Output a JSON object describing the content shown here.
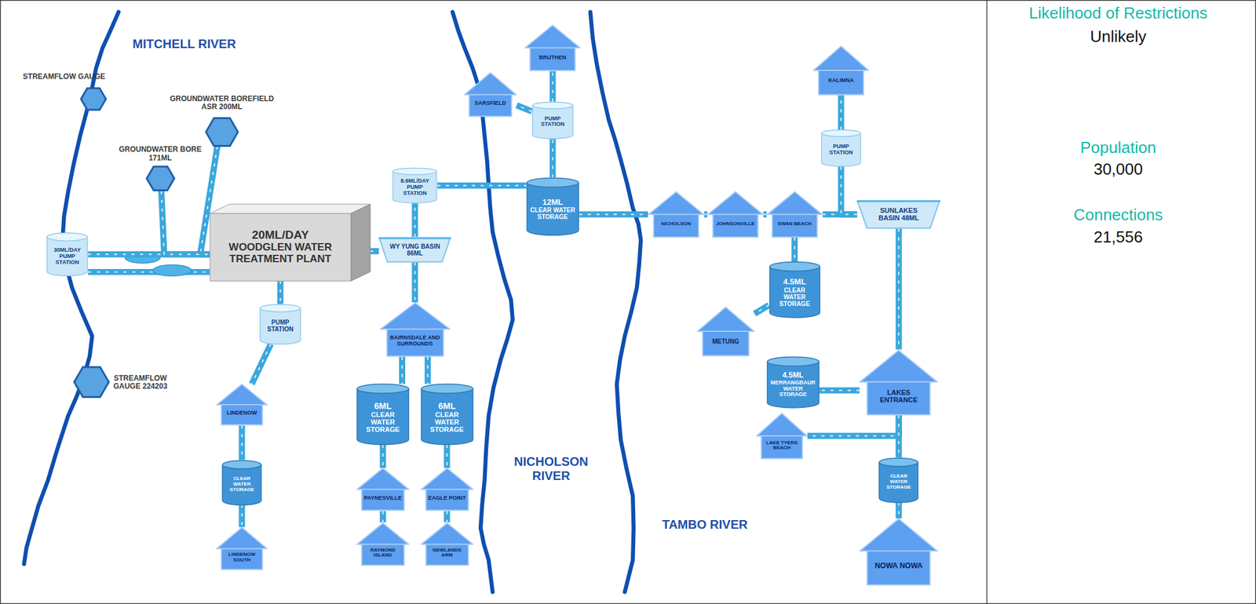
{
  "diagram": {
    "nodes": [
      {
        "text": [
          "STREAMFLOW GAUGE"
        ]
      },
      {
        "text": [
          "GROUNDWATER BOREFIELD ASR 200ML"
        ]
      },
      {
        "text": [
          "GROUNDWATER BORE 171ML"
        ]
      },
      {
        "text": [
          "30ML/DAY PUMP STATION"
        ]
      },
      {
        "text": [
          "20ML/DAY",
          "WOODGLEN WATER TREATMENT PLANT"
        ]
      },
      {
        "text": [
          "PUMP STATION"
        ]
      },
      {
        "text": [
          "8.6ML/DAY PUMP STATION"
        ]
      },
      {
        "text": [
          "WY YUNG BASIN 86ML"
        ]
      },
      {
        "text": [
          "12ML",
          "CLEAR WATER STORAGE"
        ]
      },
      {
        "text": [
          "BRUTHEN"
        ]
      },
      {
        "text": [
          "SARSFIELD"
        ]
      },
      {
        "text": [
          "PUMP STATION"
        ]
      },
      {
        "text": [
          "NICHOLSON"
        ]
      },
      {
        "text": [
          "JOHNSONVILLE"
        ]
      },
      {
        "text": [
          "SWAN BEACH"
        ]
      },
      {
        "text": [
          "KALIMNA"
        ]
      },
      {
        "text": [
          "PUMP STATION"
        ]
      },
      {
        "text": [
          "SUNLAKES BASIN 48ML"
        ]
      },
      {
        "text": [
          "4.5ML",
          "CLEAR WATER STORAGE"
        ]
      },
      {
        "text": [
          "METUNG"
        ]
      },
      {
        "text": [
          "BAIRNSDALE AND SURROUNDS"
        ]
      },
      {
        "text": [
          "6ML",
          "CLEAR WATER STORAGE"
        ]
      },
      {
        "text": [
          "6ML",
          "CLEAR WATER STORAGE"
        ]
      },
      {
        "text": [
          "PAYNESVILLE"
        ]
      },
      {
        "text": [
          "RAYMOND ISLAND"
        ]
      },
      {
        "text": [
          "EAGLE POINT"
        ]
      },
      {
        "text": [
          "NEWLANDS ARM"
        ]
      },
      {
        "text": [
          "LINDENOW"
        ]
      },
      {
        "text": [
          "CLEAR WATER STORAGE"
        ]
      },
      {
        "text": [
          "LINDENOW SOUTH"
        ]
      },
      {
        "text": [
          "LAKES ENTRANCE"
        ]
      },
      {
        "text": [
          "4.5ML",
          "MERRANGBAUR WATER STORAGE"
        ]
      },
      {
        "text": [
          "LAKE TYERS BEACH"
        ]
      },
      {
        "text": [
          "CLEAR WATER STORAGE"
        ]
      },
      {
        "text": [
          "NOWA NOWA"
        ]
      },
      {
        "text": [
          "STREAMFLOW GAUGE 224203"
        ]
      }
    ],
    "edges": [
      {
        "from": 3,
        "to": 4,
        "arrow": "none"
      },
      {
        "from": 1,
        "to": 4,
        "arrow": "none"
      },
      {
        "from": 2,
        "to": 4,
        "arrow": "none"
      },
      {
        "from": 4,
        "to": 7,
        "arrow": "none"
      },
      {
        "from": 7,
        "to": 6,
        "arrow": "none"
      },
      {
        "from": 6,
        "to": 8,
        "arrow": "none"
      },
      {
        "from": 8,
        "to": 11,
        "arrow": "none"
      },
      {
        "from": 11,
        "to": 9,
        "arrow": "none"
      },
      {
        "from": 11,
        "to": 10,
        "arrow": "none"
      },
      {
        "from": 8,
        "to": 12,
        "arrow": "none"
      },
      {
        "from": 12,
        "to": 13,
        "arrow": "none"
      },
      {
        "from": 13,
        "to": 14,
        "arrow": "none"
      },
      {
        "from": 14,
        "to": 17,
        "arrow": "none"
      },
      {
        "from": 14,
        "to": 18,
        "arrow": "none"
      },
      {
        "from": 18,
        "to": 19,
        "arrow": "none"
      },
      {
        "from": 17,
        "to": 16,
        "arrow": "none"
      },
      {
        "from": 16,
        "to": 15,
        "arrow": "none"
      },
      {
        "from": 17,
        "to": 30,
        "arrow": "none"
      },
      {
        "from": 30,
        "to": 31,
        "arrow": "none"
      },
      {
        "from": 30,
        "to": 32,
        "arrow": "none"
      },
      {
        "from": 30,
        "to": 33,
        "arrow": "none"
      },
      {
        "from": 33,
        "to": 34,
        "arrow": "none"
      },
      {
        "from": 7,
        "to": 20,
        "arrow": "none"
      },
      {
        "from": 20,
        "to": 21,
        "arrow": "none"
      },
      {
        "from": 20,
        "to": 22,
        "arrow": "none"
      },
      {
        "from": 21,
        "to": 23,
        "arrow": "none"
      },
      {
        "from": 23,
        "to": 24,
        "arrow": "none"
      },
      {
        "from": 22,
        "to": 25,
        "arrow": "none"
      },
      {
        "from": 25,
        "to": 26,
        "arrow": "none"
      },
      {
        "from": 4,
        "to": 5,
        "arrow": "none"
      },
      {
        "from": 5,
        "to": 27,
        "arrow": "none"
      },
      {
        "from": 27,
        "to": 28,
        "arrow": "none"
      },
      {
        "from": 28,
        "to": 29,
        "arrow": "none"
      }
    ],
    "labels": [
      "MITCHELL RIVER",
      "NICHOLSON RIVER",
      "TAMBO RIVER",
      "Likelihood of Restrictions",
      "Unlikely",
      "Population",
      "30,000",
      "Connections",
      "21,556"
    ]
  }
}
